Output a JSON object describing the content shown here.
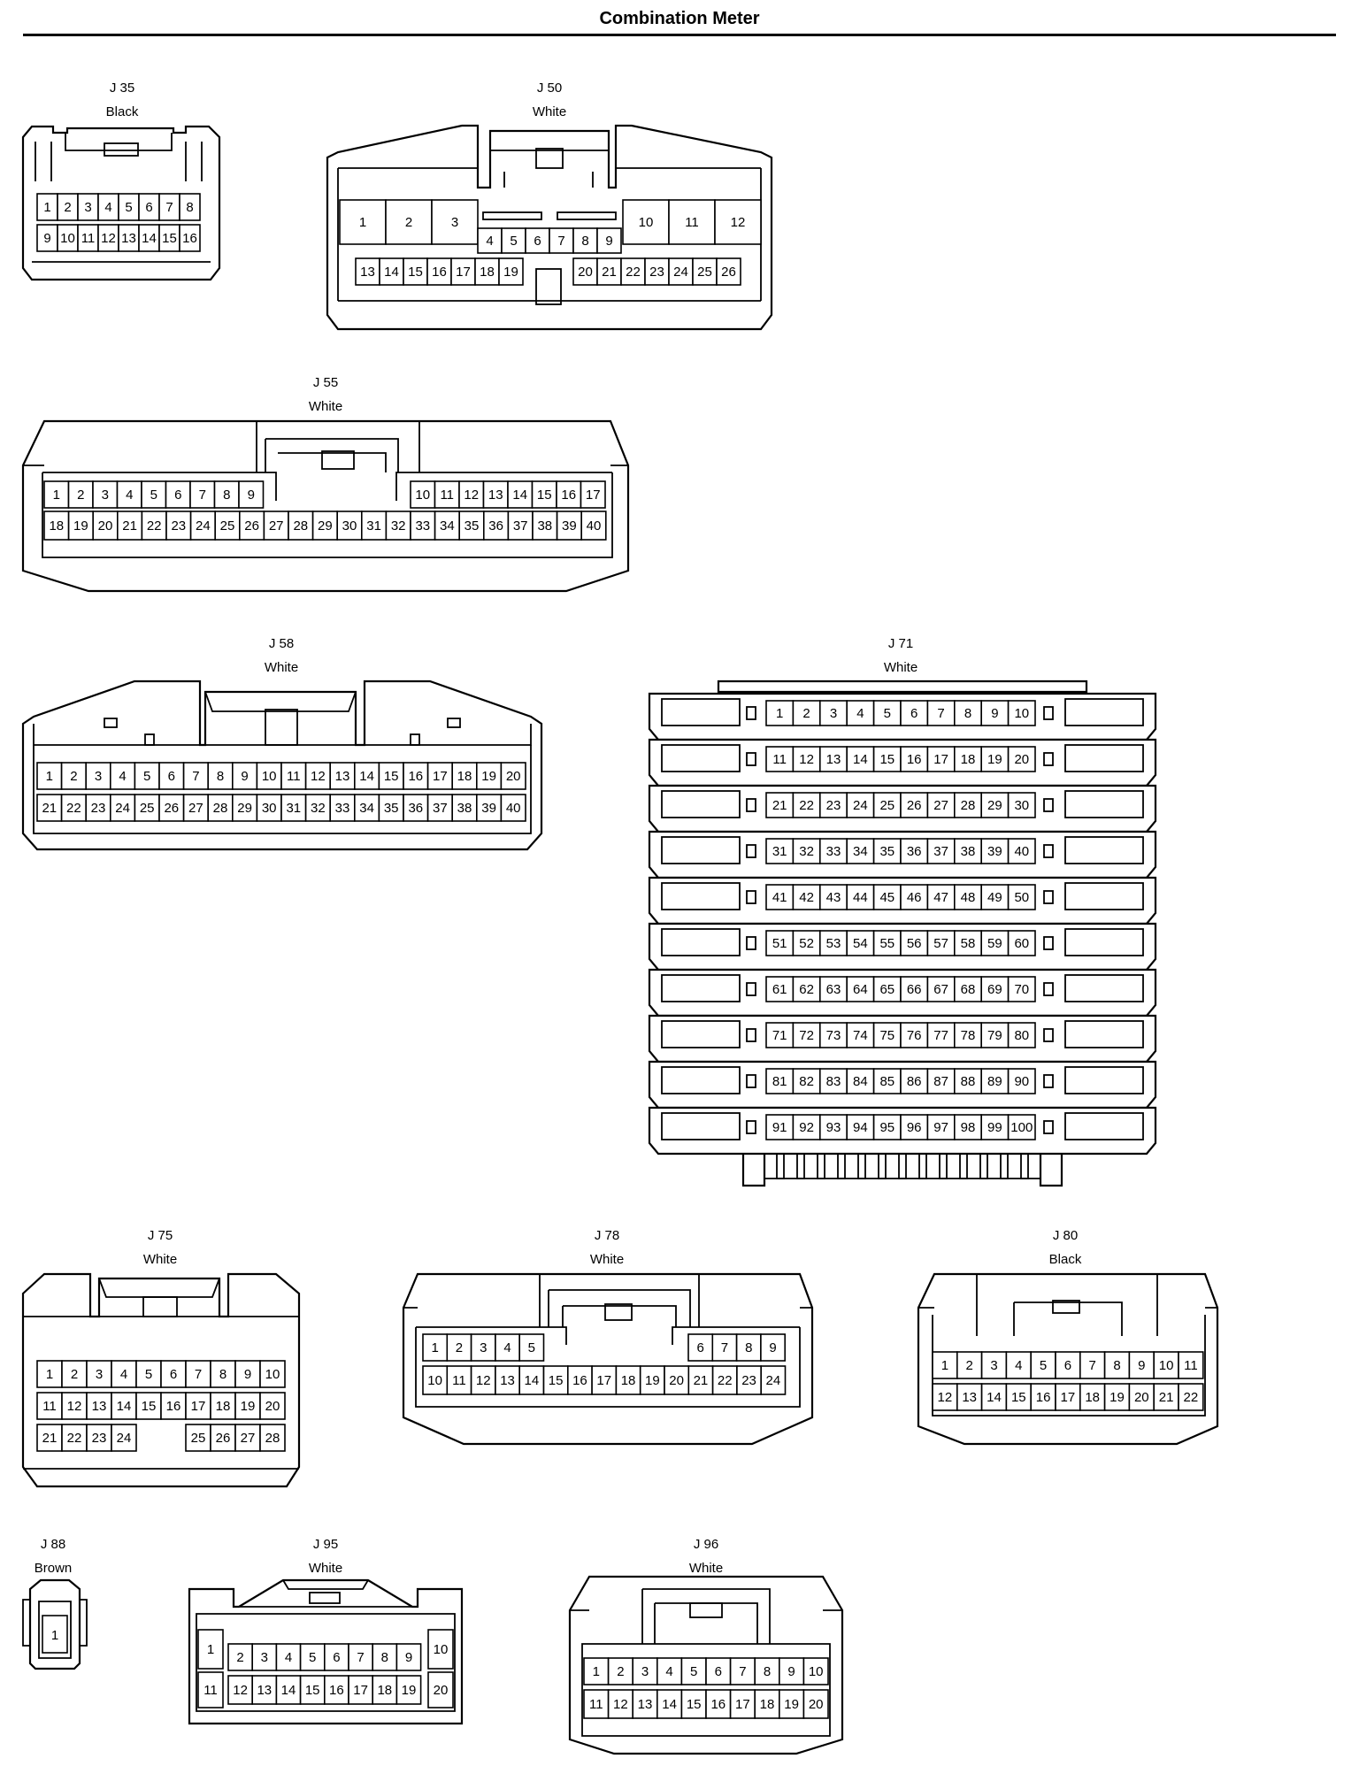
{
  "page": {
    "title": "Combination Meter"
  },
  "connectors": [
    {
      "id": "J 35",
      "color": "Black"
    },
    {
      "id": "J 50",
      "color": "White"
    },
    {
      "id": "J 55",
      "color": "White"
    },
    {
      "id": "J 58",
      "color": "White"
    },
    {
      "id": "J 71",
      "color": "White"
    },
    {
      "id": "J 75",
      "color": "White"
    },
    {
      "id": "J 78",
      "color": "White"
    },
    {
      "id": "J 80",
      "color": "Black"
    },
    {
      "id": "J 88",
      "color": "Brown"
    },
    {
      "id": "J 95",
      "color": "White"
    },
    {
      "id": "J 96",
      "color": "White"
    }
  ]
}
